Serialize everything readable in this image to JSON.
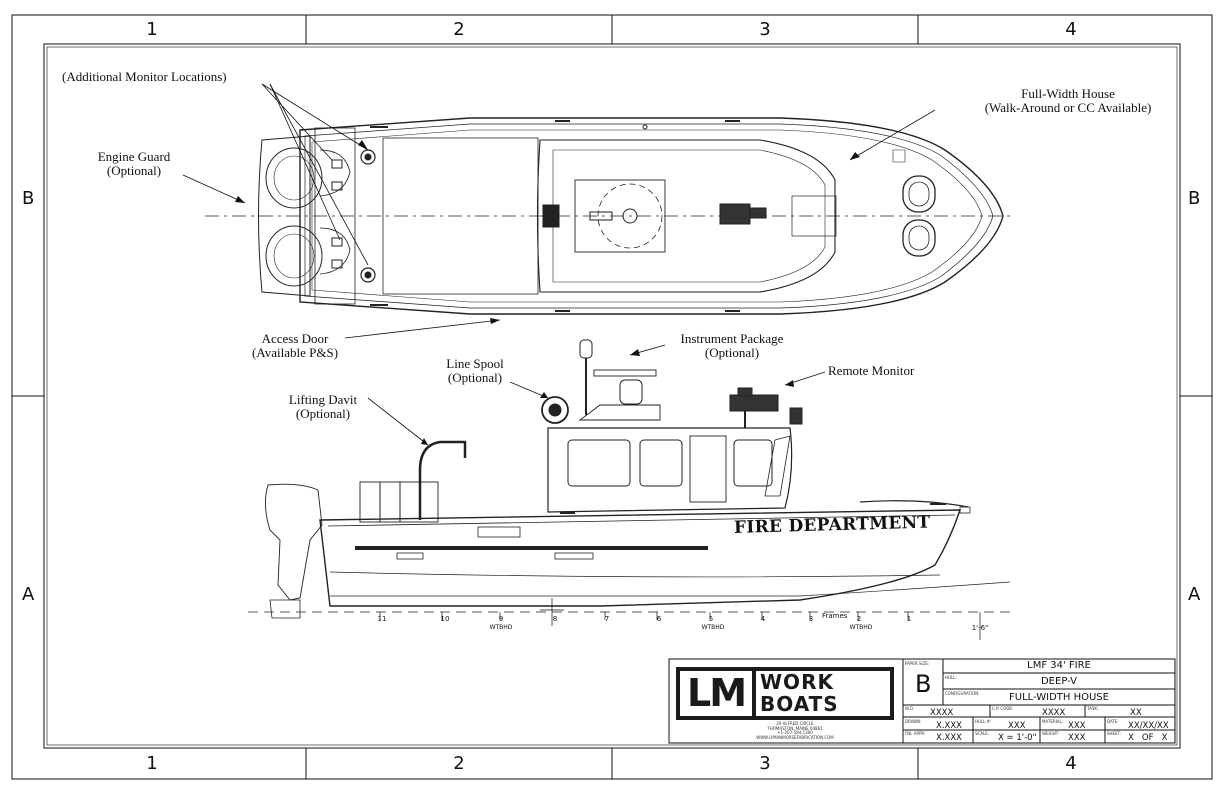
{
  "zones": {
    "columns": [
      "1",
      "2",
      "3",
      "4"
    ],
    "rows": [
      "B",
      "A"
    ]
  },
  "callouts": {
    "monitor_locations": "(Additional Monitor Locations)",
    "engine_guard": [
      "Engine Guard",
      "(Optional)"
    ],
    "full_width_house": [
      "Full-Width House",
      "(Walk-Around or CC Available)"
    ],
    "access_door": [
      "Access Door",
      "(Available P&S)"
    ],
    "instrument_package": [
      "Instrument Package",
      "(Optional)"
    ],
    "line_spool": [
      "Line Spool",
      "(Optional)"
    ],
    "remote_monitor": "Remote Monitor",
    "lifting_davit": [
      "Lifting Davit",
      "(Optional)"
    ]
  },
  "hull_text": "FIRE DEPARTMENT",
  "frames": {
    "numbers": [
      "11",
      "10",
      "9",
      "8",
      "7",
      "6",
      "5",
      "4",
      "3",
      "2",
      "1"
    ],
    "label": "Frames",
    "wtbhd": "WTBHD",
    "dimension": "1'-6\""
  },
  "logo": {
    "letters": "LM",
    "line1": "WORK",
    "line2": "BOATS",
    "address": [
      "29 ALFRED CIRCLE",
      "THOMASTON, MAINE 04861",
      "+1-207-594-1300",
      "WWW.LYMANMORSEFABRICATION.COM"
    ]
  },
  "title_block": {
    "paper_size_label": "PAPER SIZE:",
    "paper_size": "B",
    "title": "LMF 34' FIRE",
    "hull_label": "HULL:",
    "hull": "DEEP-V",
    "config_label": "CONFIGURATION:",
    "configuration": "FULL-WIDTH HOUSE",
    "wo_label": "W.O.",
    "wo": "XXXX",
    "cp_label": "C.P. CODE:",
    "cp": "XXXX",
    "task_label": "TASK:",
    "task": "XX",
    "drawn_label": "DRAWN:",
    "drawn": "X.XXX",
    "hull_no_label": "HULL #:",
    "hull_no": "XXX",
    "material_label": "MATERIAL:",
    "material": "XXX",
    "date_label": "DATE:",
    "date": "XX/XX/XX",
    "final_label": "FNL APPR:",
    "final": "X.XXX",
    "scale_label": "SCALE:",
    "scale": "X = 1'-0\"",
    "weight_label": "WEIGHT:",
    "weight": "XXX",
    "sheet_label": "SHEET:",
    "sheet": "X   OF   X"
  }
}
